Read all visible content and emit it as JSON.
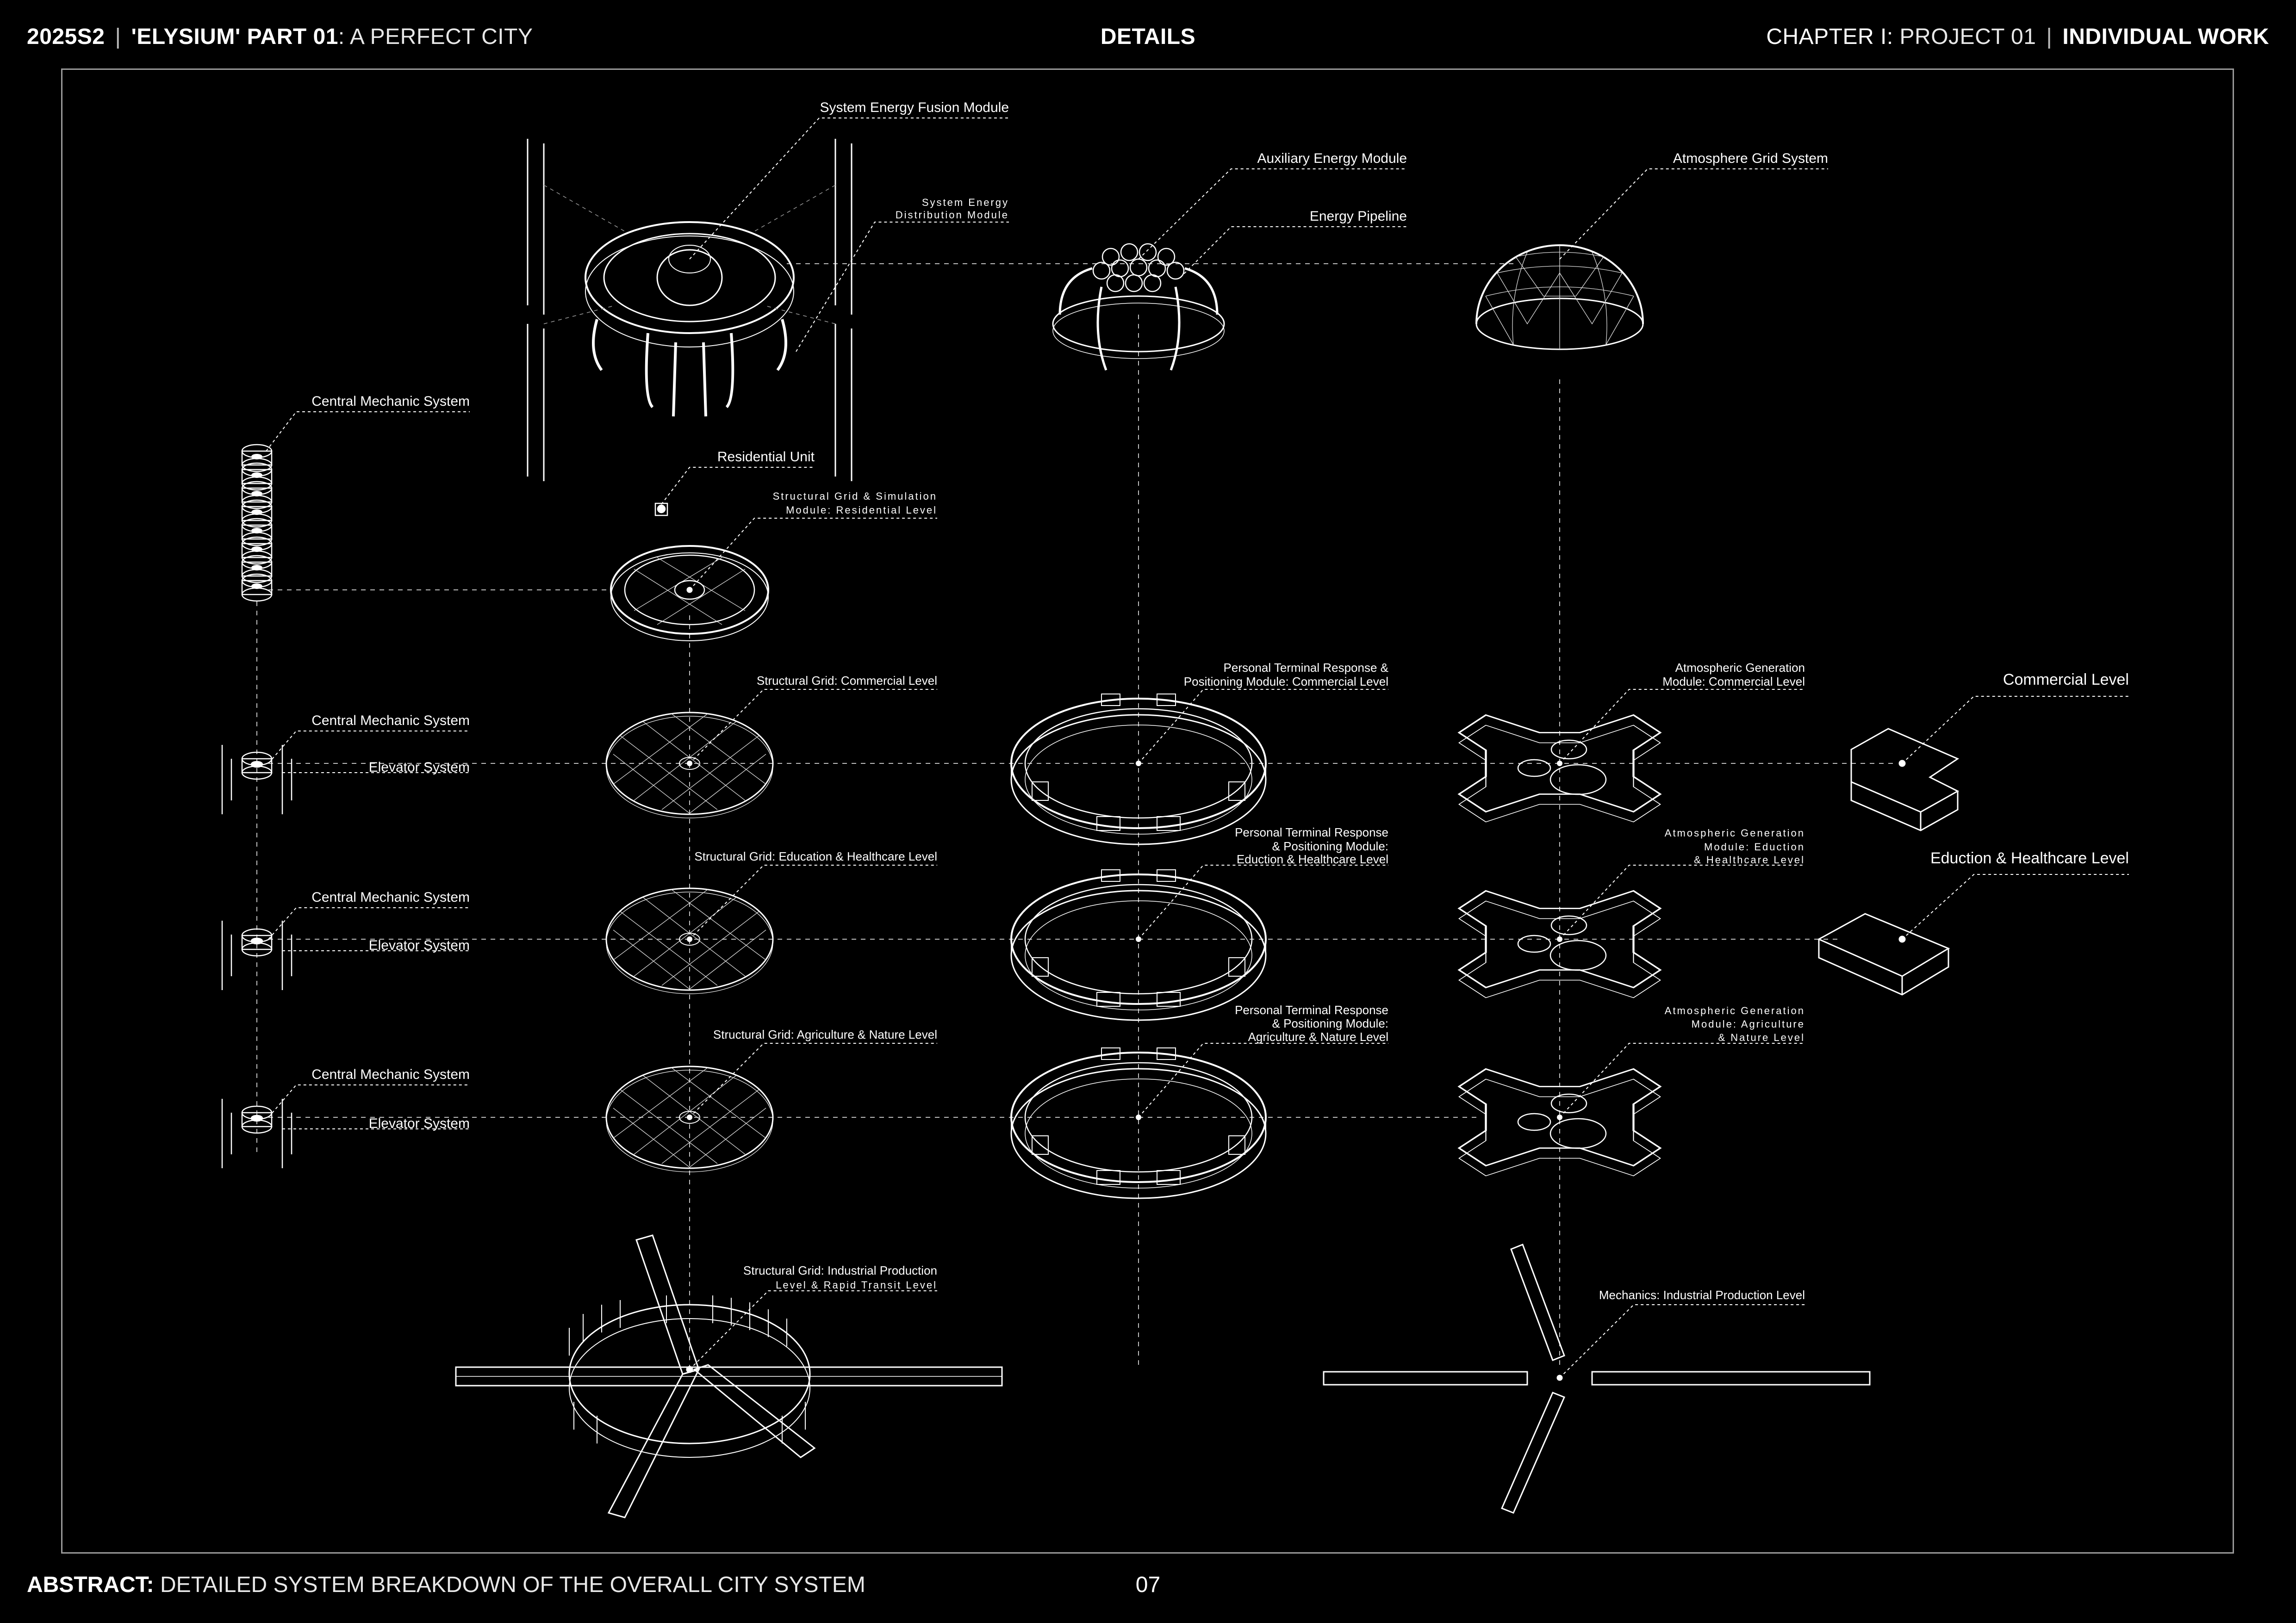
{
  "header": {
    "left_year": "2025S2",
    "left_project_bold": "'ELYSIUM' PART 01",
    "left_project_thin": ": A PERFECT CITY",
    "center": "DETAILS",
    "right_chapter_bold": "CHAPTER I:",
    "right_chapter_thin": " PROJECT 01",
    "right_work": "INDIVIDUAL WORK",
    "separator": "|"
  },
  "footer": {
    "abstract_label": "ABSTRACT:",
    "abstract_text": " DETAILED SYSTEM BREAKDOWN OF THE OVERALL CITY SYSTEM",
    "page_number": "07"
  },
  "labels": {
    "system_energy_fusion": "System Energy Fusion Module",
    "system_energy_distribution_1": "System Energy",
    "system_energy_distribution_2": "Distribution Module",
    "auxiliary_energy": "Auxiliary Energy Module",
    "energy_pipeline": "Energy Pipeline",
    "atmosphere_grid": "Atmosphere Grid System",
    "central_mechanic_top": "Central Mechanic System",
    "residential_unit": "Residential Unit",
    "structural_residential_1": "Structural Grid & Simulation",
    "structural_residential_2": "Module: Residential Level",
    "central_mechanic_1": "Central Mechanic System",
    "elevator_1": "Elevator System",
    "central_mechanic_2": "Central Mechanic System",
    "elevator_2": "Elevator System",
    "central_mechanic_3": "Central Mechanic System",
    "elevator_3": "Elevator System",
    "structural_commercial": "Structural Grid: Commercial Level",
    "structural_education": "Structural Grid: Education & Healthcare Level",
    "structural_agriculture": "Structural Grid: Agriculture & Nature Level",
    "structural_industrial_1": "Structural Grid: Industrial Production",
    "structural_industrial_2": "Level & Rapid Transit Level",
    "terminal_commercial_1": "Personal Terminal Response &",
    "terminal_commercial_2": "Positioning Module: Commercial Level",
    "terminal_education_1": "Personal Terminal Response",
    "terminal_education_2": "& Positioning Module:",
    "terminal_education_3": "Eduction & Healthcare Level",
    "terminal_agriculture_1": "Personal Terminal Response",
    "terminal_agriculture_2": "& Positioning Module:",
    "terminal_agriculture_3": "Agriculture & Nature Level",
    "atmos_commercial_1": "Atmospheric Generation",
    "atmos_commercial_2": "Module: Commercial Level",
    "atmos_education_1": "Atmospheric Generation",
    "atmos_education_2": "Module: Eduction",
    "atmos_education_3": "& Healthcare Level",
    "atmos_agriculture_1": "Atmospheric Generation",
    "atmos_agriculture_2": "Module: Agriculture",
    "atmos_agriculture_3": "& Nature Level",
    "commercial_level": "Commercial Level",
    "education_level": "Eduction & Healthcare Level",
    "mechanics_industrial": "Mechanics: Industrial Production Level"
  },
  "colors": {
    "background": "#000000",
    "line": "#ffffff",
    "frame": "#9a9a9a",
    "dashed": "#bfbfbf"
  }
}
